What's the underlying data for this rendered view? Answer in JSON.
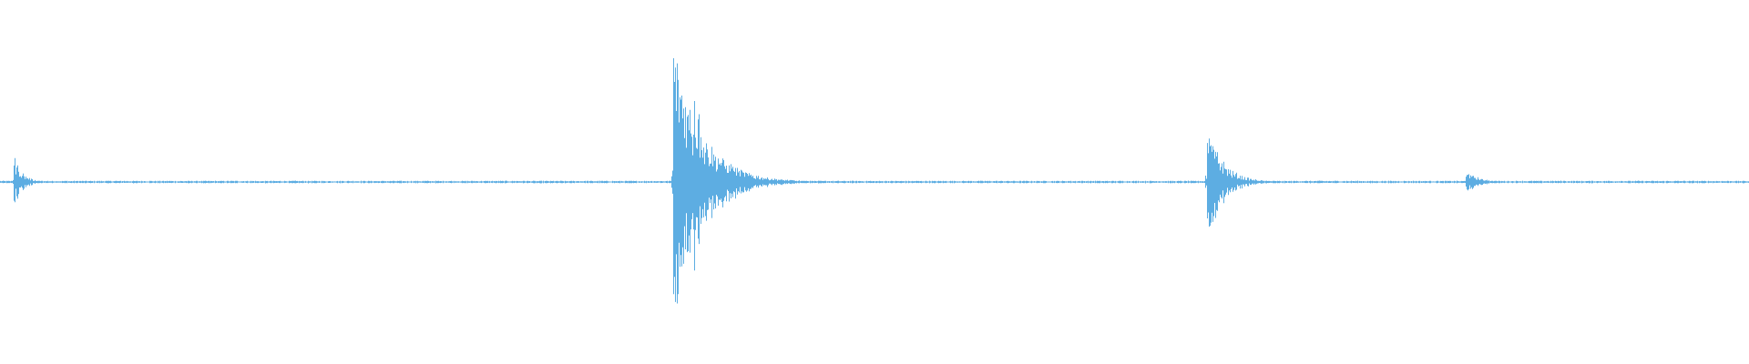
{
  "waveform": {
    "color": "#5dade2",
    "background": "#ffffff",
    "peak_amplitude_scale": 1.0,
    "events": [
      {
        "time_fraction": 0.008,
        "amplitude": 0.17,
        "decay_fraction": 0.014
      },
      {
        "time_fraction": 0.385,
        "amplitude": 1.0,
        "decay_fraction": 0.045,
        "secondary": [
          {
            "time_fraction": 0.397,
            "amplitude": 0.65
          },
          {
            "time_fraction": 0.418,
            "amplitude": 0.12
          }
        ]
      },
      {
        "time_fraction": 0.69,
        "amplitude": 0.4,
        "decay_fraction": 0.025
      },
      {
        "time_fraction": 0.838,
        "amplitude": 0.08,
        "decay_fraction": 0.02
      }
    ],
    "noise_floor": 0.006
  }
}
